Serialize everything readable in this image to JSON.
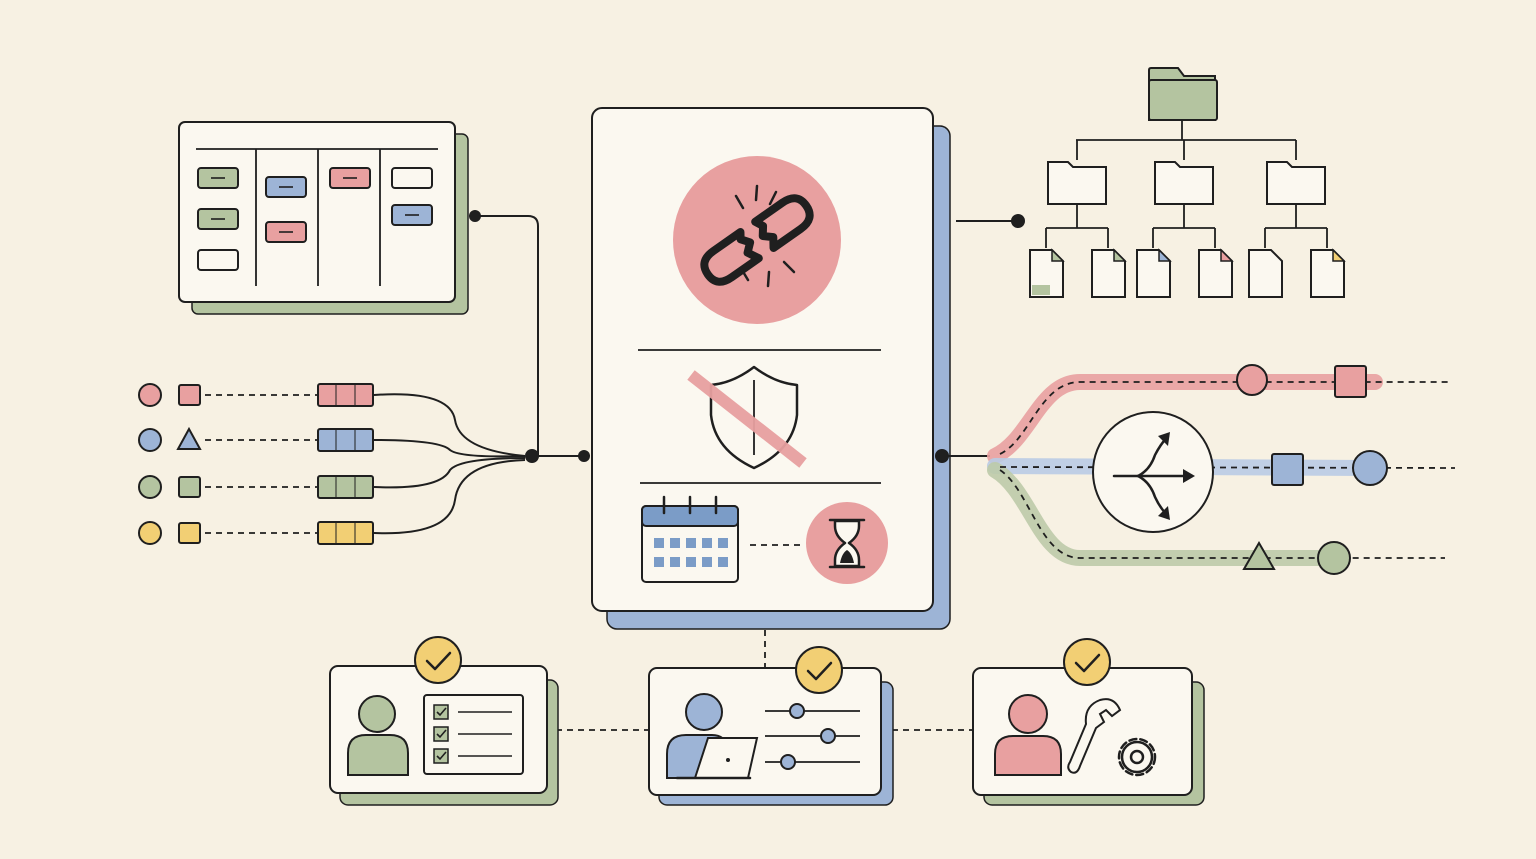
{
  "colors": {
    "background": "#f7f1e3",
    "ink": "#1f1f1f",
    "card": "#fbf8f0",
    "red": "#e8a0a0",
    "blue": "#9db4d6",
    "green": "#b4c4a0",
    "yellow": "#f2cf74",
    "green_dark": "#9aab86",
    "blue_dark": "#7b9cc7"
  },
  "icons": {
    "central_top": "broken-link-icon",
    "central_middle": "shield-crossed-out-icon",
    "central_bottom_left": "calendar-icon",
    "central_bottom_right": "hourglass-icon",
    "switch": "branch-arrows-icon",
    "hierarchy_root": "folder-icon",
    "persona_check": "checkmark-badge-icon",
    "persona_1": "checklist-icon",
    "persona_2": "sliders-icon",
    "persona_3": "wrench-gear-icon"
  },
  "kanban": {
    "columns": 4,
    "cards": [
      [
        "green",
        "green",
        "white"
      ],
      [
        "blue",
        "red"
      ],
      [
        "red"
      ],
      [
        "white",
        "blue"
      ]
    ]
  },
  "legend_rows": [
    {
      "color": "red",
      "shape": "square"
    },
    {
      "color": "blue",
      "shape": "triangle"
    },
    {
      "color": "green",
      "shape": "square"
    },
    {
      "color": "yellow",
      "shape": "square"
    }
  ],
  "streams": [
    {
      "color": "red",
      "markers": [
        "circle",
        "square"
      ]
    },
    {
      "color": "blue",
      "markers": [
        "square",
        "circle"
      ]
    },
    {
      "color": "green",
      "markers": [
        "triangle",
        "circle"
      ]
    }
  ],
  "hierarchy": {
    "folders": 3,
    "files_per_folder": 2,
    "file_accents": [
      "green",
      "green",
      "blue",
      "red",
      "",
      "yellow"
    ]
  },
  "personas": [
    {
      "color": "green",
      "tool": "checklist",
      "checked": true
    },
    {
      "color": "blue",
      "tool": "sliders",
      "checked": true
    },
    {
      "color": "red",
      "tool": "wrench-gear",
      "checked": true
    }
  ]
}
